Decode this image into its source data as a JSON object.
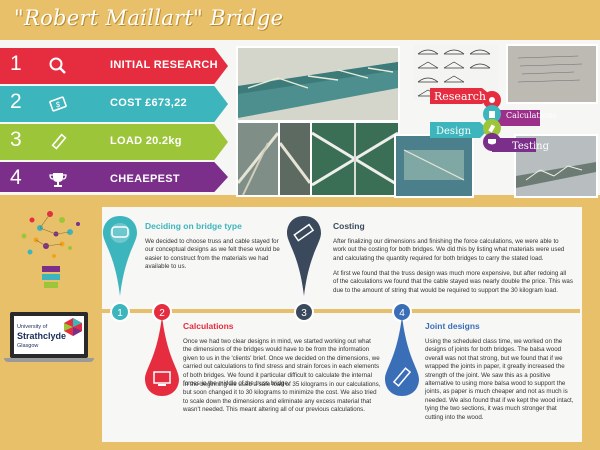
{
  "title": "\"Robert Maillart\" Bridge",
  "steps": [
    {
      "num": "1",
      "icon": "search-icon",
      "label": "INITIAL RESEARCH",
      "color": "#e52d3f"
    },
    {
      "num": "2",
      "icon": "money-icon",
      "label": "COST  £673,22",
      "color": "#3db5bd"
    },
    {
      "num": "3",
      "icon": "pencil-icon",
      "label": "LOAD  20.2kg",
      "color": "#9cc53a"
    },
    {
      "num": "4",
      "icon": "trophy-icon",
      "label": "CHEAEPEST",
      "color": "#7b2f8a"
    }
  ],
  "process": {
    "research": "Research",
    "calculations": "Calculations",
    "design": "Design",
    "testing": "Testing"
  },
  "logo": {
    "line1": "University of",
    "line2": "Strathclyde",
    "line3": "Glasgow"
  },
  "timeline": {
    "nodes": [
      "1",
      "2",
      "3",
      "4"
    ],
    "sections": [
      {
        "title": "Deciding on bridge type",
        "color": "#3db5bd",
        "text": "We decided to choose truss and cable stayed for our conceptual designs as we felt these would be easier to construct from the materials we had available to us."
      },
      {
        "title": "Calculations",
        "color": "#e52d3f",
        "text": "Once we had two clear designs in mind, we started working out what the dimensions of the bridges would have to be from the information given to us in the 'clients' brief. Once we decided on the dimensions, we carried out calculations to find stress and strain forces in each elements of both bridges. We found it particular difficult to calculate the internal forces in the middle of the truss bridge.",
        "text2": "In the beginning we used a safe load of 35 kilograms in our calculations, but soon changed it to 30 kilograms to minimize the cost. We also tried to scale down the dimensions and eliminate any excess material that wasn't needed. This meant altering all of our previous calculations."
      },
      {
        "title": "Costing",
        "color": "#3a4a5c",
        "text": "After finalizing our dimensions and finishing the force calculations, we were able to work out the costing for both bridges. We did this by listing what materials were used and calculating the quantity required for both bridges to carry the stated load.",
        "text2": "At first we found that the truss design was much more expensive, but after redoing all of the calculations we found that the cable stayed was nearly double the price. This was due to the amount of string that would be required to support the 30 kilogram load."
      },
      {
        "title": "Joint designs",
        "color": "#3a6fb8",
        "text": "Using the scheduled class time, we worked on the designs of joints for both bridges. The balsa wood overall was not that strong, but we found that if we wrapped the joints in paper, it greatly increased the strength of the joint. We saw this as a positive alternative to using more balsa wood to support the joints, as paper is much cheaper and not as much is needed. We also found that if we kept the wood intact, tying the two sections, it was much stronger that cutting into the wood."
      }
    ]
  }
}
